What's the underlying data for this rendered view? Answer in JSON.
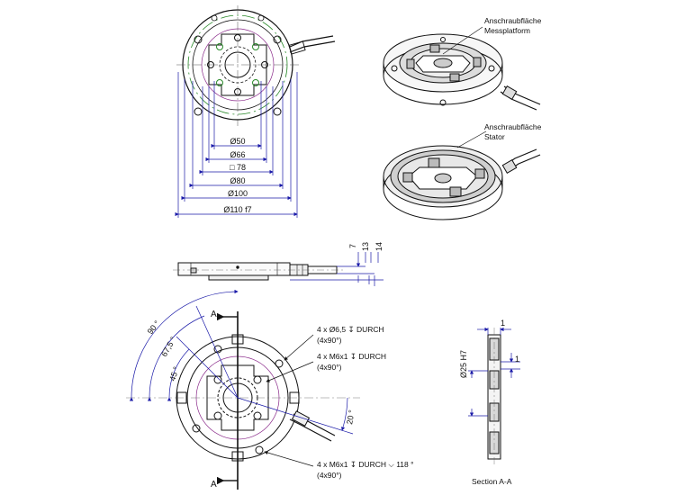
{
  "top_view_dims": {
    "d50": "Ø50",
    "d66": "Ø66",
    "sq78": "□ 78",
    "d80": "Ø80",
    "d100": "Ø100",
    "d110": "Ø110 f7"
  },
  "iso_labels": {
    "measuring_platform": [
      "Anschraubfläche",
      "Messplatform"
    ],
    "stator": [
      "Anschraubfläche",
      "Stator"
    ]
  },
  "side_view_dims": {
    "h7": "7",
    "h13": "13",
    "h14": "14"
  },
  "bottom_view": {
    "section_marker_top": "A",
    "section_marker_bottom": "A",
    "angles": {
      "a90": "90 °",
      "a675": "67,5 °",
      "a45": "45 °",
      "a20": "20 °"
    },
    "notes": [
      {
        "line1": "4 x Ø6,5 ↧ DURCH",
        "line2": "(4x90°)"
      },
      {
        "line1": "4 x M6x1 ↧ DURCH",
        "line2": "(4x90°)"
      },
      {
        "line1": "4 x M6x1 ↧ DURCH ⌵ 118 °",
        "line2": "(4x90°)"
      }
    ]
  },
  "section": {
    "title": "Section A-A",
    "dia": "Ø25 H7",
    "d1_top": "1",
    "d1_right": "1"
  }
}
